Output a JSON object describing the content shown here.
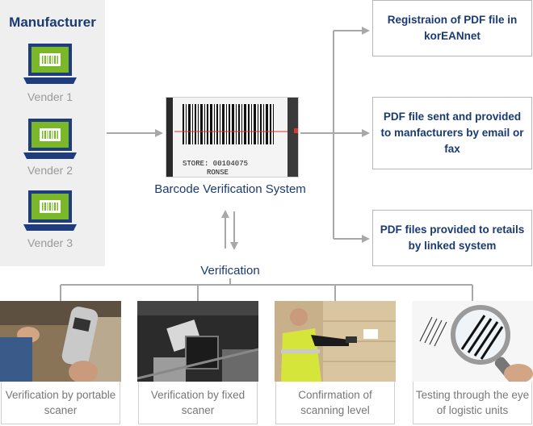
{
  "manufacturer": {
    "title": "Manufacturer",
    "vendors": [
      {
        "label": "Vender 1"
      },
      {
        "label": "Vender 2"
      },
      {
        "label": "Vender 3"
      }
    ]
  },
  "system": {
    "label": "Barcode Verification System",
    "image_text_line1": "STORE:  00104075",
    "image_text_line2": "RONSE"
  },
  "outputs": [
    {
      "text": "Registraion of PDF file in korEANnet"
    },
    {
      "text": "PDF file sent and provided to manfacturers by email or fax"
    },
    {
      "text": "PDF files provided to retails by linked system"
    }
  ],
  "verification": {
    "label": "Verification",
    "methods": [
      {
        "caption": "Verification by portable scaner"
      },
      {
        "caption": "Verification by fixed scaner"
      },
      {
        "caption": "Confirmation of scanning level"
      },
      {
        "caption": "Testing through the eye of logistic units"
      }
    ]
  },
  "colors": {
    "title_blue": "#1a3a73",
    "laptop_green": "#7ab828",
    "laptop_navy": "#1f3c7c",
    "arrow_gray": "#a8a8a8",
    "caption_gray": "#777777"
  }
}
